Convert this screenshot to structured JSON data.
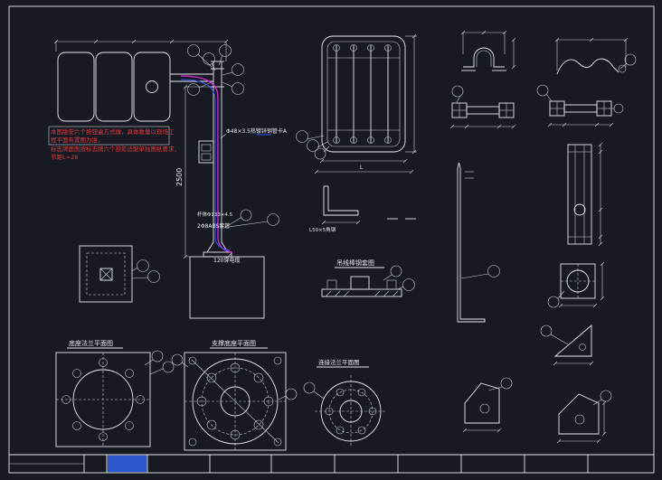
{
  "colors": {
    "background": "#171a23",
    "line": "#e8e9ee",
    "note_red": "#e23b3b",
    "cable_magenta": "#d92bd9",
    "cable_blue": "#3353ff",
    "selected_cell_blue": "#2b57c9"
  },
  "red_note": {
    "line1": "本图版安六个按钮盒方式做，具体数量以现场工",
    "line2": "程平面布置图为准，",
    "line3": "标志牌面图按标志牌六个投影适配单独图纸要求，",
    "line4": "节距L=28"
  },
  "labels": {
    "height_dim": "2500",
    "pipe_spec": "Φ48×3.5热镀锌钢管卡A",
    "pole_body": "杆体Φ133×4.5",
    "abs_sleeve": "2Φ8ABS套管",
    "cable_note": "120穿电缆",
    "angle_steel": "L50×5角钢",
    "plate_length": "L"
  },
  "view_titles": {
    "hanger_sleeve": "吊线棒钢套图",
    "base_flange": "底座法兰平面图",
    "support_base": "支撑底座平面图",
    "connect_flange": "连接法兰平面图"
  }
}
